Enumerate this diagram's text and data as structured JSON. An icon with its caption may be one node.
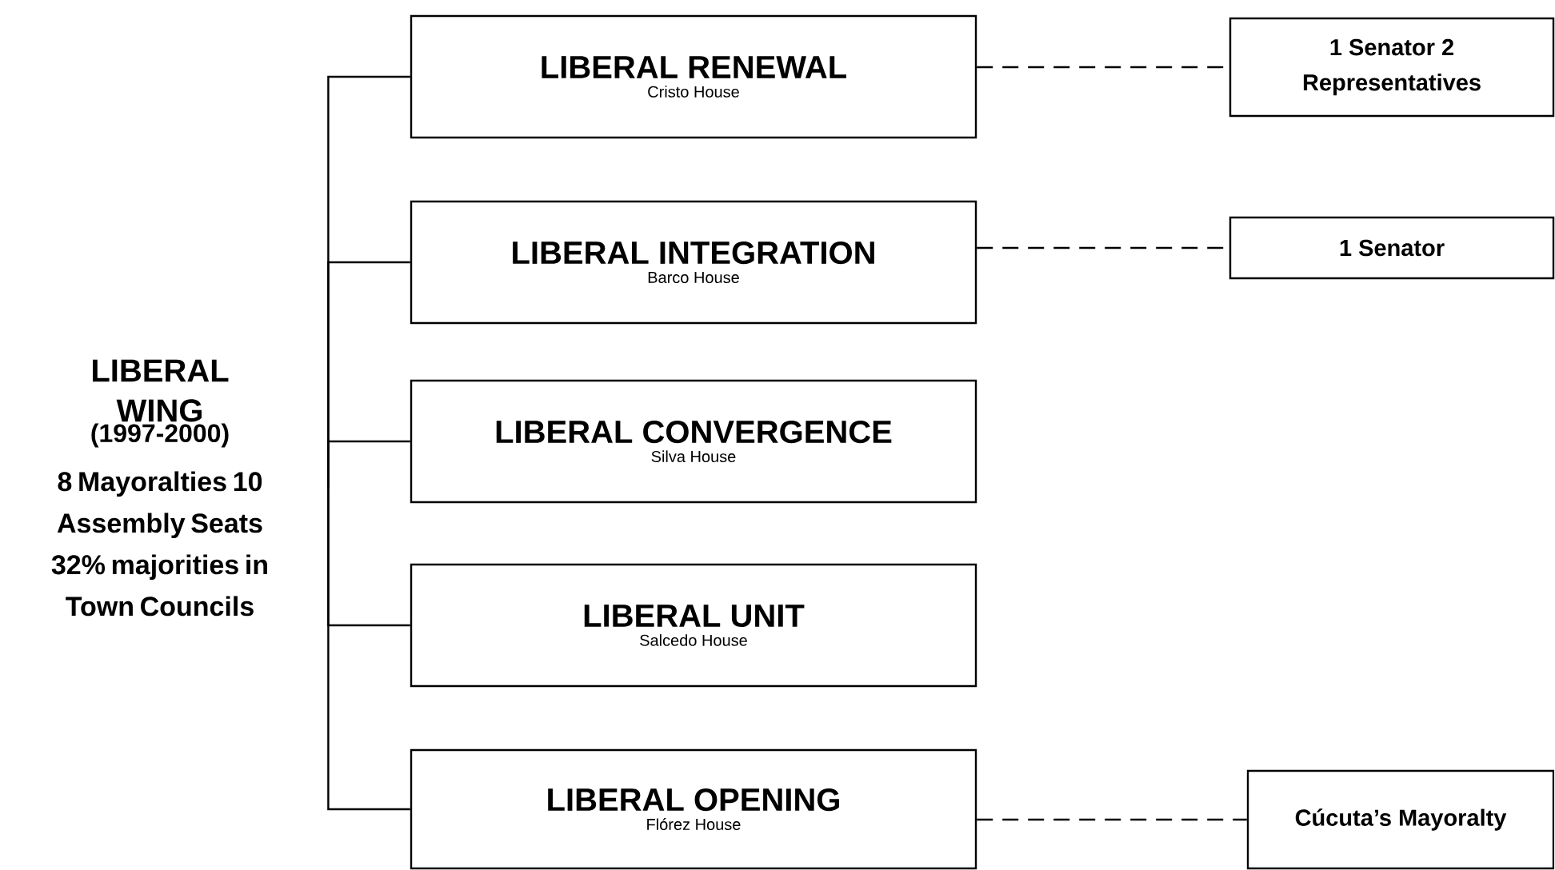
{
  "diagram": {
    "nodes": [
      {
        "text": [
          "LIBERAL WING",
          "(1997-2000)",
          "8 Mayoralties 10 Assembly Seats 32% majorities in Town Councils"
        ]
      },
      {
        "text": [
          "LIBERAL RENEWAL",
          "Cristo House"
        ]
      },
      {
        "text": [
          "LIBERAL INTEGRATION",
          "Barco House"
        ]
      },
      {
        "text": [
          "LIBERAL CONVERGENCE",
          "Silva House"
        ]
      },
      {
        "text": [
          "LIBERAL UNIT",
          "Salcedo House"
        ]
      },
      {
        "text": [
          "LIBERAL OPENING",
          "Flórez House"
        ]
      },
      {
        "text": [
          "1 Senator 2 Representatives"
        ]
      },
      {
        "text": [
          "1 Senator"
        ]
      },
      {
        "text": [
          "Cúcuta’s Mayoralty"
        ]
      }
    ],
    "edges": [
      {
        "from": 0,
        "to": 1,
        "arrow": "none"
      },
      {
        "from": 0,
        "to": 2,
        "arrow": "none"
      },
      {
        "from": 0,
        "to": 3,
        "arrow": "none"
      },
      {
        "from": 0,
        "to": 4,
        "arrow": "none"
      },
      {
        "from": 0,
        "to": 5,
        "arrow": "none"
      },
      {
        "from": 1,
        "to": 6,
        "arrow": "none",
        "style": "dashed"
      },
      {
        "from": 2,
        "to": 7,
        "arrow": "none",
        "style": "dashed"
      },
      {
        "from": 5,
        "to": 8,
        "arrow": "none",
        "style": "dashed"
      }
    ]
  }
}
